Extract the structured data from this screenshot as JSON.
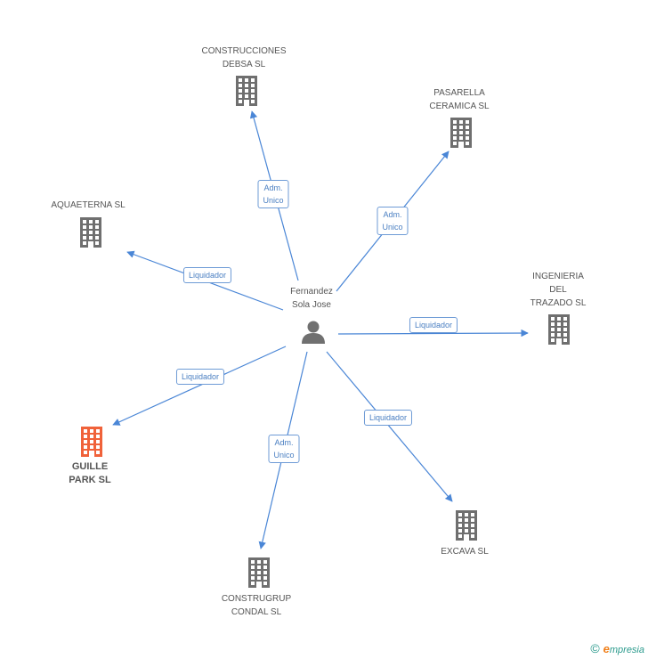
{
  "center": {
    "name": "Fernandez\nSola Jose"
  },
  "companies": [
    {
      "id": "construcciones",
      "name": "CONSTRUCCIONES\nDEBSA SL",
      "highlight": false
    },
    {
      "id": "pasarella",
      "name": "PASARELLA\nCERAMICA SL",
      "highlight": false
    },
    {
      "id": "aquaeterna",
      "name": "AQUAETERNA SL",
      "highlight": false
    },
    {
      "id": "ingenieria",
      "name": "INGENIERIA\nDEL\nTRAZADO SL",
      "highlight": false
    },
    {
      "id": "guille",
      "name": "GUILLE\nPARK SL",
      "highlight": true
    },
    {
      "id": "excava",
      "name": "EXCAVA SL",
      "highlight": false
    },
    {
      "id": "construgrup",
      "name": "CONSTRUGRUP\nCONDAL SL",
      "highlight": false
    }
  ],
  "relations": [
    {
      "to": "construcciones",
      "label": "Adm.\nUnico"
    },
    {
      "to": "pasarella",
      "label": "Adm.\nUnico"
    },
    {
      "to": "aquaeterna",
      "label": "Liquidador"
    },
    {
      "to": "ingenieria",
      "label": "Liquidador"
    },
    {
      "to": "guille",
      "label": "Liquidador"
    },
    {
      "to": "excava",
      "label": "Liquidador"
    },
    {
      "to": "construgrup",
      "label": "Adm.\nUnico"
    }
  ],
  "colors": {
    "edge": "#4a86d6",
    "building": "#6f6f6f",
    "building_highlight": "#f0623a",
    "person": "#707070"
  },
  "footer": {
    "copyright": "©",
    "brand_first": "e",
    "brand_rest": "mpresia"
  }
}
